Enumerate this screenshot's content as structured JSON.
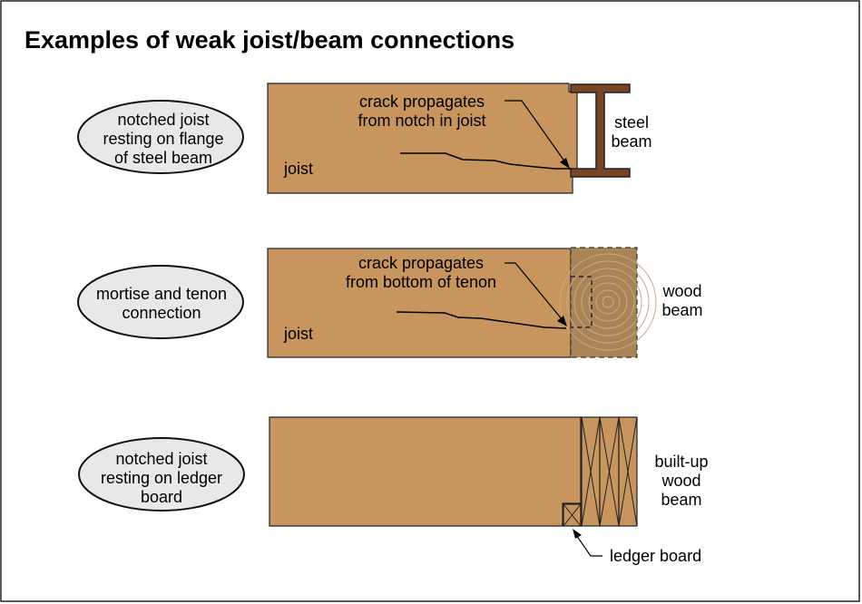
{
  "title": "Examples of weak joist/beam connections",
  "rows": [
    {
      "ellipse_lines": [
        "notched joist",
        "resting on flange",
        "of steel beam"
      ],
      "member_label": "joist",
      "crack_lines": [
        "crack propagates",
        "from notch in joist"
      ],
      "beam_lines": [
        "steel",
        "beam"
      ]
    },
    {
      "ellipse_lines": [
        "mortise and tenon",
        "connection"
      ],
      "member_label": "joist",
      "crack_lines": [
        "crack propagates",
        "from bottom of tenon"
      ],
      "beam_lines": [
        "wood",
        "beam"
      ]
    },
    {
      "ellipse_lines": [
        "notched joist",
        "resting on ledger",
        "board"
      ],
      "beam_lines": [
        "built-up",
        "wood",
        "beam"
      ],
      "ledger_label": "ledger board"
    }
  ],
  "colors": {
    "wood": "#c8955e",
    "wood_beam": "#a88457",
    "steel": "#7a4523",
    "ellipse_fill": "#e8e8e8"
  }
}
